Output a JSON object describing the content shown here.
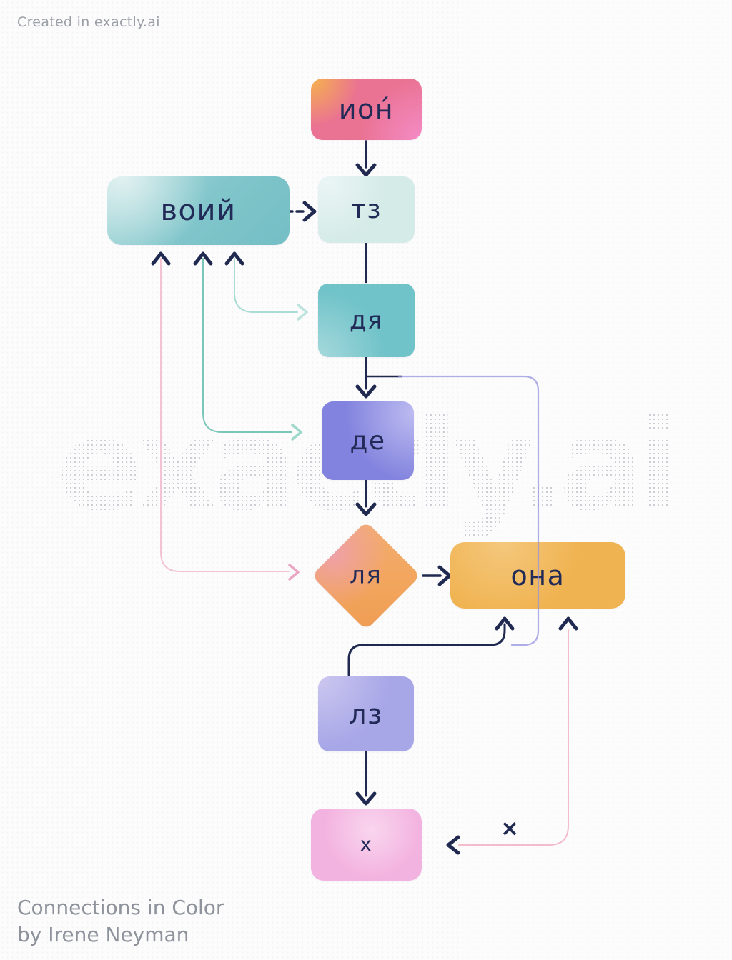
{
  "credit": "Created in exactly.ai",
  "watermark": "exactly.ai",
  "caption": {
    "title": "Connections in Color",
    "author": "by Irene Neyman"
  },
  "nodes": {
    "ion": {
      "label": "ион́"
    },
    "voi": {
      "label": "воий"
    },
    "tz": {
      "label": "тз"
    },
    "dya": {
      "label": "дя"
    },
    "de": {
      "label": "де"
    },
    "lya": {
      "label": "ля"
    },
    "ona": {
      "label": "она"
    },
    "lz": {
      "label": "лз"
    },
    "x": {
      "label": "х"
    }
  },
  "connector_labels": {
    "cross": "×"
  },
  "palette": {
    "navy": "#20294f",
    "pink_node": "#ea7292",
    "orange_accent": "#f5b14e",
    "teal_node": "#7cc6cb",
    "mint_node": "#d5ebe8",
    "periwinkle_node": "#8283de",
    "diamond_orange": "#f2a55c",
    "amber_node": "#f0b351",
    "lavender_node": "#a7a6e7",
    "pink_light_node": "#f3b3e0",
    "connector_pink": "#f2bccd",
    "connector_teal": "#7ac7b8",
    "connector_teal_light": "#aadcd3",
    "connector_lavender": "#9593dd"
  }
}
